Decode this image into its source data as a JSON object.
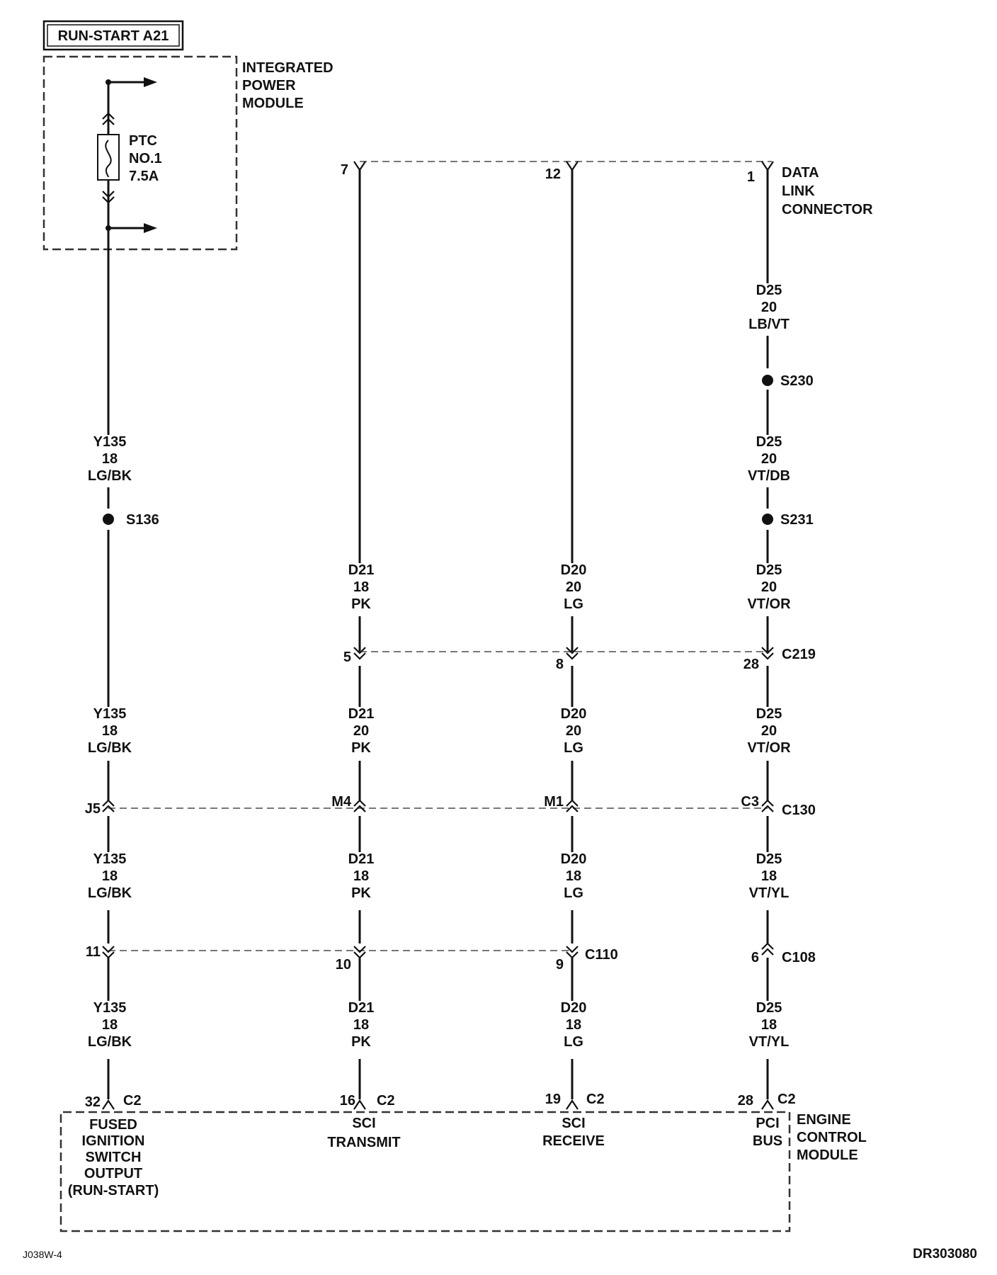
{
  "colors": {
    "ink": "#111111",
    "paper": "#ffffff"
  },
  "header": {
    "label": "RUN-START A21"
  },
  "ipm": {
    "name": [
      "INTEGRATED",
      "POWER",
      "MODULE"
    ],
    "fuse": [
      "PTC",
      "NO.1",
      "7.5A"
    ]
  },
  "dlc": {
    "name": [
      "DATA",
      "LINK",
      "CONNECTOR"
    ],
    "pins": {
      "c1": "7",
      "c2": "12",
      "c3": "1"
    }
  },
  "wires": {
    "c0": [
      [
        "Y135",
        "18",
        "LG/BK"
      ],
      [
        "Y135",
        "18",
        "LG/BK"
      ],
      [
        "Y135",
        "18",
        "LG/BK"
      ],
      [
        "Y135",
        "18",
        "LG/BK"
      ]
    ],
    "c1": [
      [
        "D21",
        "18",
        "PK"
      ],
      [
        "D21",
        "20",
        "PK"
      ],
      [
        "D21",
        "18",
        "PK"
      ],
      [
        "D21",
        "18",
        "PK"
      ]
    ],
    "c2": [
      [
        "D20",
        "20",
        "LG"
      ],
      [
        "D20",
        "20",
        "LG"
      ],
      [
        "D20",
        "18",
        "LG"
      ],
      [
        "D20",
        "18",
        "LG"
      ]
    ],
    "c3": [
      [
        "D25",
        "20",
        "LB/VT"
      ],
      [
        "D25",
        "20",
        "VT/DB"
      ],
      [
        "D25",
        "20",
        "VT/OR"
      ],
      [
        "D25",
        "20",
        "VT/OR"
      ],
      [
        "D25",
        "18",
        "VT/YL"
      ],
      [
        "D25",
        "18",
        "VT/YL"
      ]
    ]
  },
  "splices": {
    "s136": "S136",
    "s230": "S230",
    "s231": "S231"
  },
  "connectors": {
    "c219": {
      "name": "C219",
      "pins": {
        "c1": "5",
        "c2": "8",
        "c3": "28"
      }
    },
    "c130": {
      "name": "C130",
      "pins": {
        "c0": "J5",
        "c1": "M4",
        "c2": "M1",
        "c3": "C3"
      }
    },
    "c110": {
      "name": "C110",
      "pins": {
        "c0": "11",
        "c1": "10",
        "c2": "9"
      }
    },
    "c108": {
      "name": "C108",
      "pin": "6"
    }
  },
  "ecm": {
    "name": [
      "ENGINE",
      "CONTROL",
      "MODULE"
    ],
    "connector": "C2",
    "pins": {
      "c0": "32",
      "c1": "16",
      "c2": "19",
      "c3": "28"
    },
    "functions": {
      "c0": [
        "FUSED",
        "IGNITION",
        "SWITCH",
        "OUTPUT",
        "(RUN-START)"
      ],
      "c1": [
        "SCI",
        "TRANSMIT"
      ],
      "c2": [
        "SCI",
        "RECEIVE"
      ],
      "c3": [
        "PCI",
        "BUS"
      ]
    }
  },
  "footer": {
    "left": "J038W-4",
    "right": "DR303080"
  }
}
